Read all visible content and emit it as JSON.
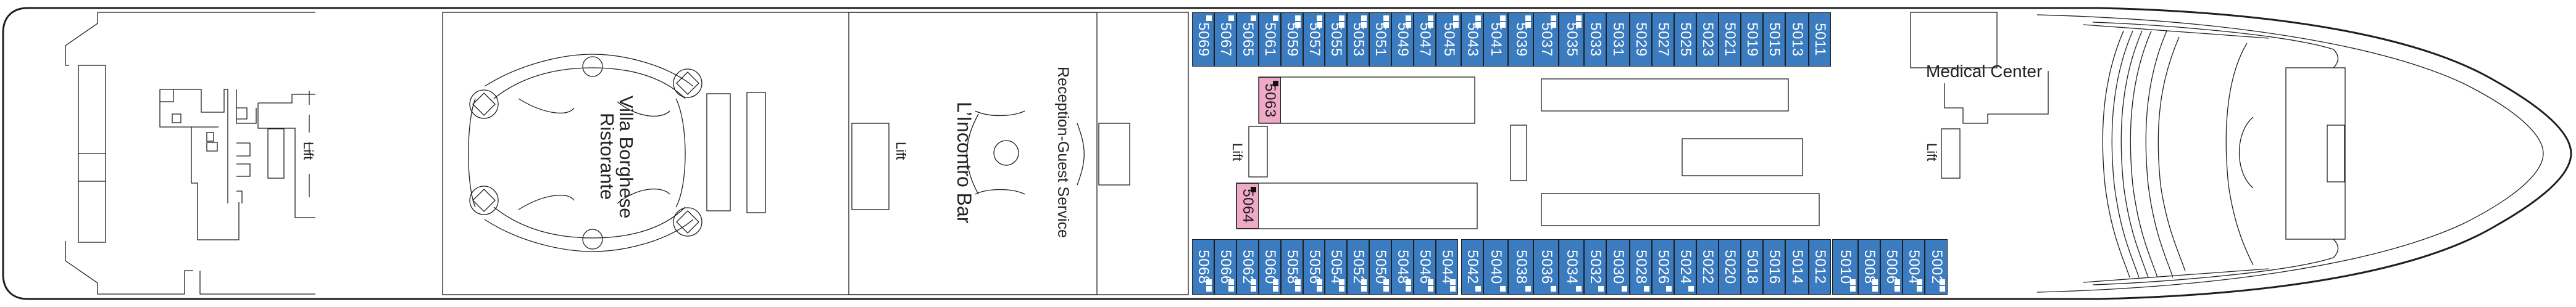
{
  "title": "Deck 5 plan",
  "colors": {
    "cabin_blue": "#3b7bbf",
    "cabin_pink": "#efaac8",
    "line": "#1e1e1e",
    "background": "#ffffff"
  },
  "venues": {
    "restaurant": "Villa Borghese Ristorante",
    "restaurant_line1": "Villa Borghese",
    "restaurant_line2": "Ristorante",
    "bar": "L’Incontro Bar",
    "reception": "Reception-Guest Service",
    "medical": "Medical Center"
  },
  "lifts": [
    {
      "label": "Lift"
    },
    {
      "label": "Lift"
    },
    {
      "label": "Lift"
    },
    {
      "label": "Lift"
    }
  ],
  "legend_icons": {
    "single_square": "one-white-square-icon",
    "double_square": "two-white-squares-icon",
    "dark_square": "black-square-icon"
  },
  "cabins_top": [
    {
      "number": "5069",
      "icon": "single",
      "type": "blue"
    },
    {
      "number": "5067",
      "icon": "single",
      "type": "blue"
    },
    {
      "number": "5065",
      "icon": "single",
      "type": "blue"
    },
    {
      "number": "5061",
      "icon": "single",
      "type": "blue"
    },
    {
      "number": "5059",
      "icon": "double",
      "type": "blue"
    },
    {
      "number": "5057",
      "icon": "double",
      "type": "blue"
    },
    {
      "number": "5055",
      "icon": "double",
      "type": "blue"
    },
    {
      "number": "5053",
      "icon": "double",
      "type": "blue"
    },
    {
      "number": "5051",
      "icon": "double",
      "type": "blue"
    },
    {
      "number": "5049",
      "icon": "double",
      "type": "blue"
    },
    {
      "number": "5047",
      "icon": "double",
      "type": "blue"
    },
    {
      "number": "5045",
      "icon": "double",
      "type": "blue"
    },
    {
      "number": "5043",
      "icon": "double",
      "type": "blue"
    },
    {
      "number": "5041",
      "icon": "double",
      "type": "blue"
    },
    {
      "number": "5039",
      "icon": "double",
      "type": "blue"
    },
    {
      "number": "5037",
      "icon": "double",
      "type": "blue"
    },
    {
      "number": "5035",
      "icon": "double",
      "type": "blue"
    },
    {
      "number": "5033",
      "icon": "none",
      "type": "blue"
    },
    {
      "number": "5031",
      "icon": "none",
      "type": "blue"
    },
    {
      "number": "5029",
      "icon": "none",
      "type": "blue"
    },
    {
      "number": "5027",
      "icon": "none",
      "type": "blue"
    },
    {
      "number": "5025",
      "icon": "none",
      "type": "blue"
    },
    {
      "number": "5023",
      "icon": "none",
      "type": "blue"
    },
    {
      "number": "5021",
      "icon": "none",
      "type": "blue"
    },
    {
      "number": "5019",
      "icon": "none",
      "type": "blue"
    },
    {
      "number": "5015",
      "icon": "none",
      "type": "blue"
    },
    {
      "number": "5013",
      "icon": "none",
      "type": "blue"
    },
    {
      "number": "5011",
      "icon": "none",
      "type": "blue"
    }
  ],
  "cabins_bottom": [
    {
      "number": "5068",
      "icon": "double",
      "type": "blue"
    },
    {
      "number": "5066",
      "icon": "double",
      "type": "blue"
    },
    {
      "number": "5062",
      "icon": "double",
      "type": "blue"
    },
    {
      "number": "5060",
      "icon": "double",
      "type": "blue"
    },
    {
      "number": "5058",
      "icon": "double",
      "type": "blue"
    },
    {
      "number": "5056",
      "icon": "double",
      "type": "blue"
    },
    {
      "number": "5054",
      "icon": "double",
      "type": "blue"
    },
    {
      "number": "5052",
      "icon": "double",
      "type": "blue"
    },
    {
      "number": "5050",
      "icon": "double",
      "type": "blue"
    },
    {
      "number": "5048",
      "icon": "double",
      "type": "blue"
    },
    {
      "number": "5046",
      "icon": "double",
      "type": "blue"
    },
    {
      "number": "5044",
      "icon": "double",
      "type": "blue"
    },
    {
      "number": "5042",
      "icon": "single",
      "type": "blue"
    },
    {
      "number": "5040",
      "icon": "single",
      "type": "blue"
    },
    {
      "number": "5038",
      "icon": "single",
      "type": "blue"
    },
    {
      "number": "5036",
      "icon": "single",
      "type": "blue"
    },
    {
      "number": "5034",
      "icon": "single",
      "type": "blue"
    },
    {
      "number": "5032",
      "icon": "single",
      "type": "blue"
    },
    {
      "number": "5030",
      "icon": "single",
      "type": "blue"
    },
    {
      "number": "5028",
      "icon": "single",
      "type": "blue"
    },
    {
      "number": "5026",
      "icon": "single",
      "type": "blue"
    },
    {
      "number": "5024",
      "icon": "single",
      "type": "blue"
    },
    {
      "number": "5022",
      "icon": "none",
      "type": "blue"
    },
    {
      "number": "5020",
      "icon": "none",
      "type": "blue"
    },
    {
      "number": "5018",
      "icon": "none",
      "type": "blue"
    },
    {
      "number": "5016",
      "icon": "none",
      "type": "blue"
    },
    {
      "number": "5014",
      "icon": "none",
      "type": "blue"
    },
    {
      "number": "5012",
      "icon": "none",
      "type": "blue"
    },
    {
      "number": "5010",
      "icon": "double",
      "type": "blue"
    },
    {
      "number": "5008",
      "icon": "double",
      "type": "blue"
    },
    {
      "number": "5006",
      "icon": "double",
      "type": "blue"
    },
    {
      "number": "5004",
      "icon": "double",
      "type": "blue"
    },
    {
      "number": "5002",
      "icon": "double",
      "type": "blue"
    }
  ],
  "cabins_inner": [
    {
      "number": "5063",
      "icon": "dark",
      "type": "pink"
    },
    {
      "number": "5064",
      "icon": "dark",
      "type": "pink"
    }
  ]
}
